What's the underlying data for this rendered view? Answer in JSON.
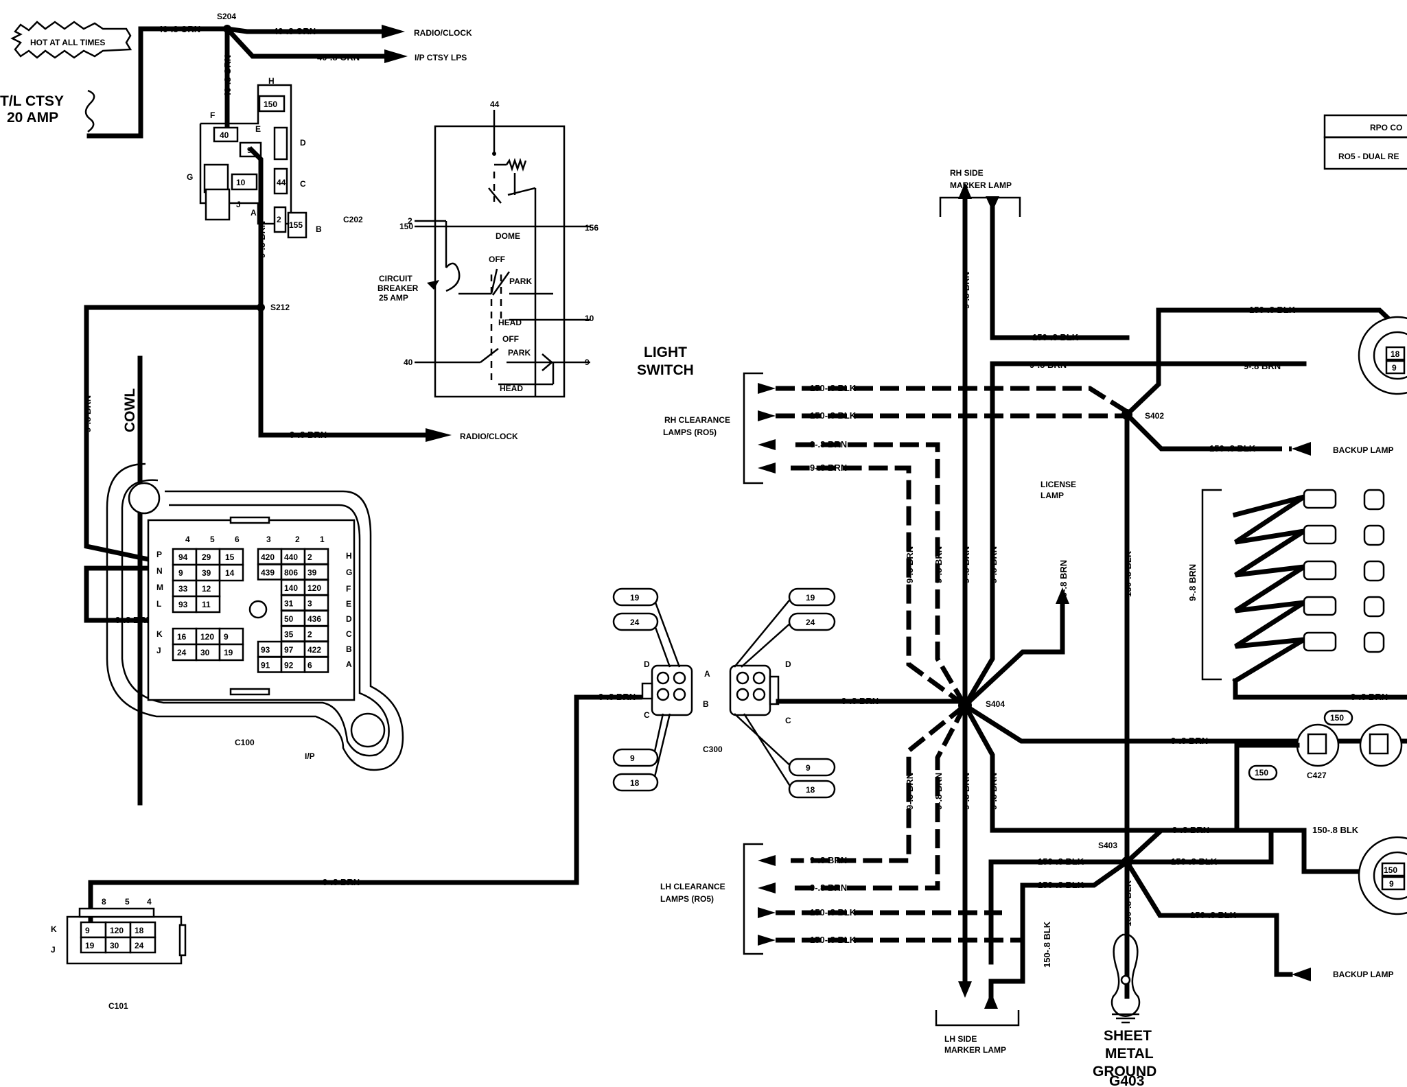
{
  "power": {
    "hot_label": "HOT AT ALL TIMES",
    "fuse_line1": "T/L CTSY",
    "fuse_line2": "20 AMP"
  },
  "splices": {
    "s204": "S204",
    "s212": "S212",
    "s402": "S402",
    "s403": "S403",
    "s404": "S404"
  },
  "wires": {
    "orn40": "40-.8 ORN",
    "brn9": "9-.8 BRN",
    "blk150": "150-.8 BLK",
    "blk150b": "150-.8 BLK",
    "brn9b": "9-.8 BRN"
  },
  "destinations": {
    "radio_clock": "RADIO/CLOCK",
    "ip_ctsy": "I/P CTSY LPS",
    "rh_side_1": "RH SIDE",
    "rh_side_2": "MARKER LAMP",
    "lh_side_1": "LH SIDE",
    "lh_side_2": "MARKER LAMP",
    "rh_clear_1": "RH CLEARANCE",
    "rh_clear_2": "LAMPS (RO5)",
    "lh_clear_1": "LH CLEARANCE",
    "lh_clear_2": "LAMPS (RO5)",
    "license_1": "LICENSE",
    "license_2": "LAMP",
    "backup": "BACKUP LAMP",
    "backup_b": "BACKUP LAMP"
  },
  "connectors": {
    "c202": "C202",
    "c100": "C100",
    "c100_sub": "I/P",
    "c101": "C101",
    "c300": "C300",
    "c427": "C427",
    "cowl": "COWL"
  },
  "switch": {
    "title1": "LIGHT",
    "title2": "SWITCH",
    "cb1": "CIRCUIT",
    "cb2": "BREAKER",
    "cb3": "25 AMP",
    "dome": "DOME",
    "off": "OFF",
    "park": "PARK",
    "head": "HEAD",
    "off_b": "OFF",
    "park_b": "PARK",
    "head_b": "HEAD",
    "t44": "44",
    "t150": "150",
    "t156": "156",
    "t2": "2",
    "t10": "10",
    "t40": "40",
    "t9": "9"
  },
  "ground": {
    "line1": "SHEET",
    "line2": "METAL",
    "line3": "GROUND",
    "line4": "G403"
  },
  "rpo": {
    "header": "RPO CO",
    "row1": "RO5 - DUAL RE"
  },
  "c202_cells": {
    "h": "H",
    "f": "F",
    "e": "E",
    "d": "D",
    "c": "C",
    "g": "G",
    "j": "J",
    "a": "A",
    "b": "B",
    "v150": "150",
    "v40": "40",
    "v9": "9",
    "v10": "10",
    "v44": "44",
    "v2": "2",
    "v155": "155"
  },
  "c100_grid": {
    "cols_top": [
      "4",
      "5",
      "6",
      "3",
      "2",
      "1"
    ],
    "rows_left": [
      "P",
      "N",
      "M",
      "L",
      "K",
      "J"
    ],
    "rows_right": [
      "H",
      "G",
      "F",
      "E",
      "D",
      "C",
      "B",
      "A"
    ],
    "left_cells": [
      [
        "94",
        "29",
        "15"
      ],
      [
        "9",
        "39",
        "14"
      ],
      [
        "33",
        "12"
      ],
      [
        "93",
        "11"
      ]
    ],
    "left_bottom": [
      [
        "16",
        "120",
        "9"
      ],
      [
        "24",
        "30",
        "19"
      ]
    ],
    "right_cells": [
      [
        "420",
        "440",
        "2"
      ],
      [
        "439",
        "806",
        "39"
      ],
      [
        "140",
        "120"
      ],
      [
        "31",
        "3"
      ],
      [
        "50",
        "436"
      ],
      [
        "35",
        "2"
      ],
      [
        "93",
        "97",
        "422"
      ],
      [
        "91",
        "92",
        "6"
      ]
    ]
  },
  "c101_grid": {
    "top": [
      "8",
      "5",
      "4"
    ],
    "rows": [
      "K",
      "J"
    ],
    "cells": [
      [
        "9",
        "120",
        "18"
      ],
      [
        "19",
        "30",
        "24"
      ]
    ]
  },
  "c300": {
    "left_pills": [
      "19",
      "24",
      "9",
      "18"
    ],
    "right_pills": [
      "19",
      "24",
      "9",
      "18"
    ],
    "pin_d": "D",
    "pin_a": "A",
    "pin_c": "C",
    "pin_b": "B"
  },
  "lamp_pins": {
    "upper_top": "18",
    "upper_bot": "9",
    "lower_top": "150",
    "lower_bot": "9",
    "c427_top": "150",
    "c427_bot": "150"
  }
}
